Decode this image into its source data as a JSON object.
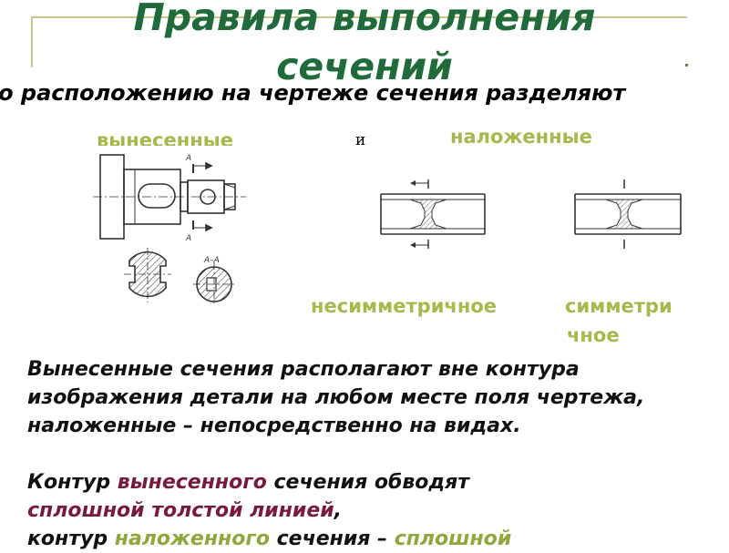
{
  "slide": {
    "title": "Правила выполнения сечений",
    "subtitle": "По расположению на чертеже сечения разделяют",
    "label_removed": "вынесенные",
    "conjunction": "и",
    "label_superimposed": "наложенные",
    "label_asymmetric": "несимметричное",
    "label_symmetric_1": "симметри",
    "label_symmetric_2": "чное",
    "drawing_letters": {
      "a_top": "А",
      "a_bottom": "А",
      "section_name": "А–А"
    },
    "paragraph1": "Вынесенные сечения располагают вне контура изображения детали на любом месте поля чертежа, наложенные – непосредственно на видах.",
    "p2_part1": "Контур ",
    "p2_part2": "вынесенного",
    "p2_part3": " сечения обводят ",
    "p2_part4": "сплошной толстой линией",
    "p2_part5": ",",
    "p3_part1": "контур ",
    "p3_part2": "наложенного",
    "p3_part3": " сечения – ",
    "p3_part4": "сплошной"
  },
  "colors": {
    "title": "#1f6b3a",
    "label": "#a8b84a",
    "emphasis": "#7a1a3a",
    "emphasis2": "#8fa83a",
    "frame": "#c8c68a"
  }
}
